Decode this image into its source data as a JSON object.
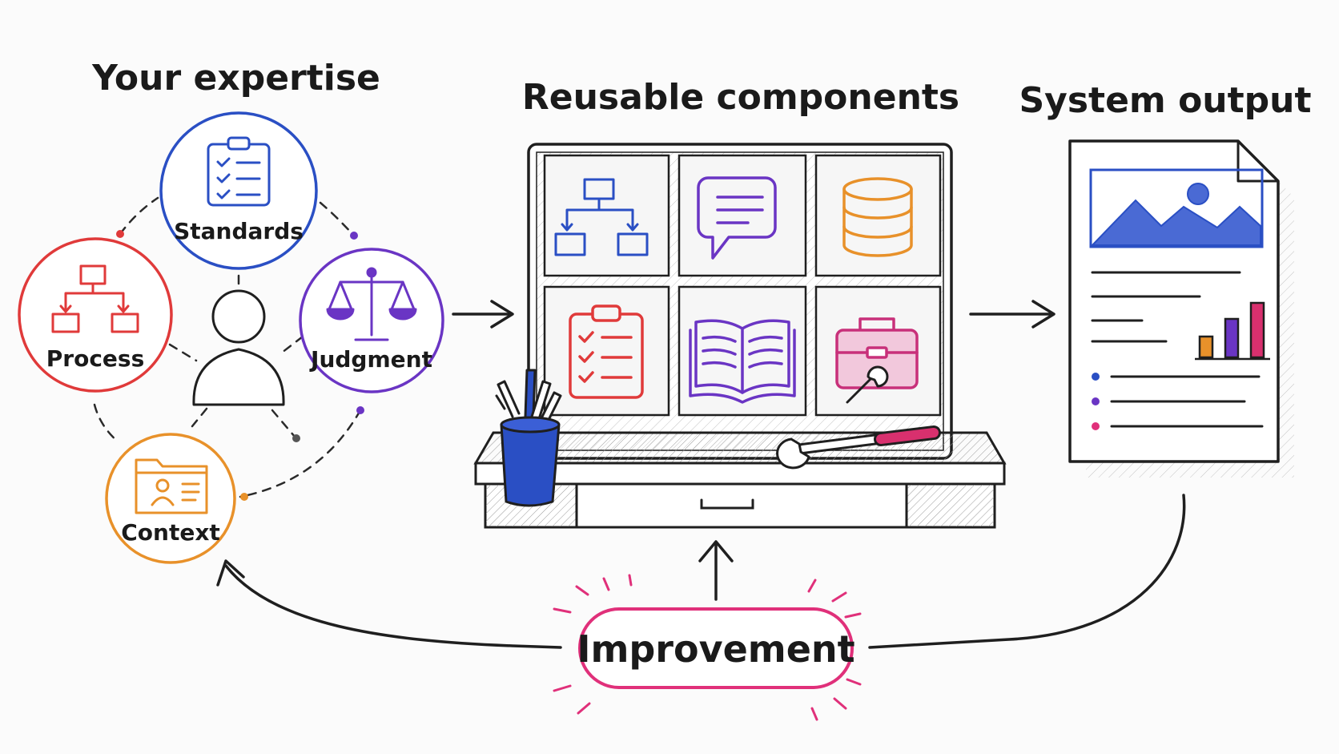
{
  "titles": {
    "expertise": "Your expertise",
    "components": "Reusable components",
    "output": "System output"
  },
  "expertise_nodes": [
    {
      "label": "Standards",
      "color": "#2a4fc4",
      "icon": "clipboard-checklist-icon"
    },
    {
      "label": "Process",
      "color": "#e03a3a",
      "icon": "flowchart-icon"
    },
    {
      "label": "Judgment",
      "color": "#6a35c4",
      "icon": "scales-icon"
    },
    {
      "label": "Context",
      "color": "#e8912a",
      "icon": "folder-profile-icon"
    }
  ],
  "center_figure": {
    "icon": "person-icon"
  },
  "components": [
    {
      "icon": "flowchart-icon",
      "color": "#2a4fc4"
    },
    {
      "icon": "chat-bubble-icon",
      "color": "#6a35c4"
    },
    {
      "icon": "database-icon",
      "color": "#e8912a"
    },
    {
      "icon": "clipboard-checklist-icon",
      "color": "#e03a3a"
    },
    {
      "icon": "open-book-icon",
      "color": "#6a35c4"
    },
    {
      "icon": "toolbox-icon",
      "color": "#c8307a"
    }
  ],
  "improvement": {
    "label": "Improvement",
    "color": "#e0307a"
  },
  "colors": {
    "blue": "#2a4fc4",
    "red": "#e03a3a",
    "purple": "#6a35c4",
    "orange": "#e8912a",
    "pink": "#e0307a",
    "ink": "#1f1f1f"
  }
}
